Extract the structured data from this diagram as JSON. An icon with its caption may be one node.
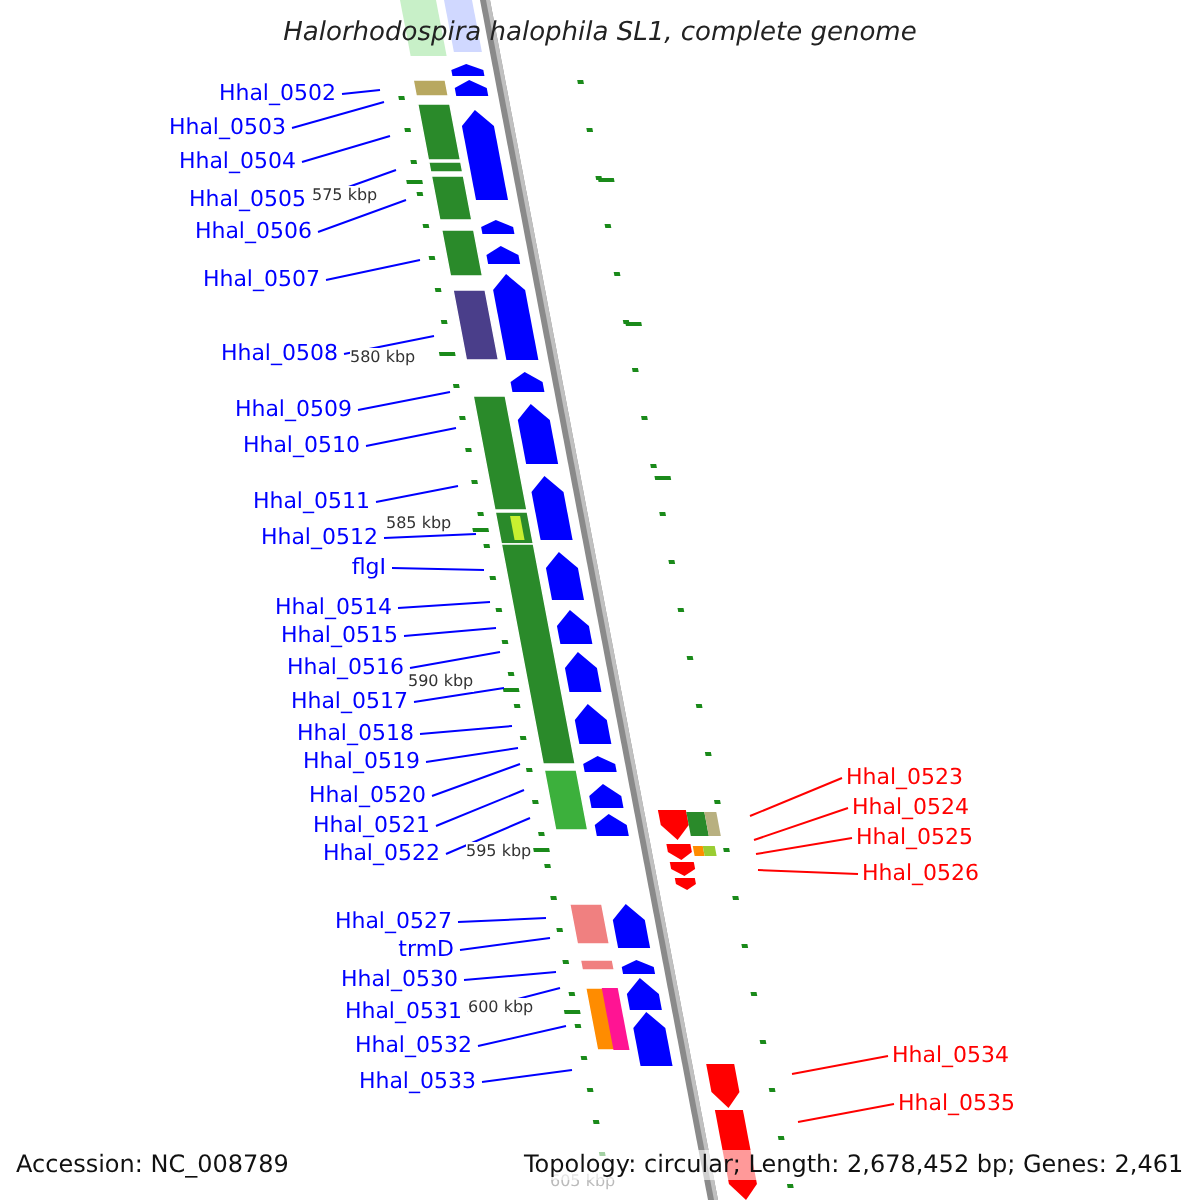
{
  "diagram": {
    "title": "Halorhodospira halophila SL1, complete genome",
    "nodes": [
      {
        "text": [
          "Hhal_0502"
        ]
      },
      {
        "text": [
          "Hhal_0503"
        ]
      },
      {
        "text": [
          "Hhal_0504"
        ]
      },
      {
        "text": [
          "Hhal_0505"
        ]
      },
      {
        "text": [
          "Hhal_0506"
        ]
      },
      {
        "text": [
          "Hhal_0507"
        ]
      },
      {
        "text": [
          "Hhal_0508"
        ]
      },
      {
        "text": [
          "Hhal_0509"
        ]
      },
      {
        "text": [
          "Hhal_0510"
        ]
      },
      {
        "text": [
          "Hhal_0511"
        ]
      },
      {
        "text": [
          "Hhal_0512"
        ]
      },
      {
        "text": [
          "flgI"
        ]
      },
      {
        "text": [
          "Hhal_0514"
        ]
      },
      {
        "text": [
          "Hhal_0515"
        ]
      },
      {
        "text": [
          "Hhal_0516"
        ]
      },
      {
        "text": [
          "Hhal_0517"
        ]
      },
      {
        "text": [
          "Hhal_0518"
        ]
      },
      {
        "text": [
          "Hhal_0519"
        ]
      },
      {
        "text": [
          "Hhal_0520"
        ]
      },
      {
        "text": [
          "Hhal_0521"
        ]
      },
      {
        "text": [
          "Hhal_0522"
        ]
      },
      {
        "text": [
          "Hhal_0523"
        ]
      },
      {
        "text": [
          "Hhal_0524"
        ]
      },
      {
        "text": [
          "Hhal_0525"
        ]
      },
      {
        "text": [
          "Hhal_0526"
        ]
      },
      {
        "text": [
          "Hhal_0527"
        ]
      },
      {
        "text": [
          "trmD"
        ]
      },
      {
        "text": [
          "Hhal_0530"
        ]
      },
      {
        "text": [
          "Hhal_0531"
        ]
      },
      {
        "text": [
          "Hhal_0532"
        ]
      },
      {
        "text": [
          "Hhal_0533"
        ]
      },
      {
        "text": [
          "Hhal_0534"
        ]
      },
      {
        "text": [
          "Hhal_0535"
        ]
      }
    ],
    "edges": [
      {
        "from": 0,
        "to": null,
        "arrow": "none"
      },
      {
        "from": 1,
        "to": null,
        "arrow": "none"
      },
      {
        "from": 2,
        "to": null,
        "arrow": "none"
      },
      {
        "from": 3,
        "to": null,
        "arrow": "none"
      },
      {
        "from": 4,
        "to": null,
        "arrow": "none"
      },
      {
        "from": 5,
        "to": null,
        "arrow": "none"
      },
      {
        "from": 6,
        "to": null,
        "arrow": "none"
      },
      {
        "from": 7,
        "to": null,
        "arrow": "none"
      },
      {
        "from": 8,
        "to": null,
        "arrow": "none"
      },
      {
        "from": 9,
        "to": null,
        "arrow": "none"
      },
      {
        "from": 10,
        "to": null,
        "arrow": "none"
      },
      {
        "from": 11,
        "to": null,
        "arrow": "none"
      },
      {
        "from": 12,
        "to": null,
        "arrow": "none"
      },
      {
        "from": 13,
        "to": null,
        "arrow": "none"
      },
      {
        "from": 14,
        "to": null,
        "arrow": "none"
      },
      {
        "from": 15,
        "to": null,
        "arrow": "none"
      },
      {
        "from": 16,
        "to": null,
        "arrow": "none"
      },
      {
        "from": 17,
        "to": null,
        "arrow": "none"
      },
      {
        "from": 18,
        "to": null,
        "arrow": "none"
      },
      {
        "from": 19,
        "to": null,
        "arrow": "none"
      },
      {
        "from": 20,
        "to": null,
        "arrow": "none"
      },
      {
        "from": 21,
        "to": null,
        "arrow": "none",
        "color": "#ff0000"
      },
      {
        "from": 22,
        "to": null,
        "arrow": "none",
        "color": "#ff0000"
      },
      {
        "from": 23,
        "to": null,
        "arrow": "none",
        "color": "#ff0000"
      },
      {
        "from": 24,
        "to": null,
        "arrow": "none",
        "color": "#ff0000"
      },
      {
        "from": 25,
        "to": null,
        "arrow": "none"
      },
      {
        "from": 26,
        "to": null,
        "arrow": "none"
      },
      {
        "from": 27,
        "to": null,
        "arrow": "none"
      },
      {
        "from": 28,
        "to": null,
        "arrow": "none"
      },
      {
        "from": 29,
        "to": null,
        "arrow": "none"
      },
      {
        "from": 30,
        "to": null,
        "arrow": "none"
      },
      {
        "from": 31,
        "to": null,
        "arrow": "none",
        "color": "#ff0000"
      },
      {
        "from": 32,
        "to": null,
        "arrow": "none",
        "color": "#ff0000"
      }
    ],
    "labels": [
      "575 kbp",
      "580 kbp",
      "585 kbp",
      "590 kbp",
      "595 kbp",
      "600 kbp",
      "605 kbp",
      "Accession: NC_008789",
      "Topology: circular; Length: 2,678,452 bp; Genes: 2,461"
    ]
  }
}
